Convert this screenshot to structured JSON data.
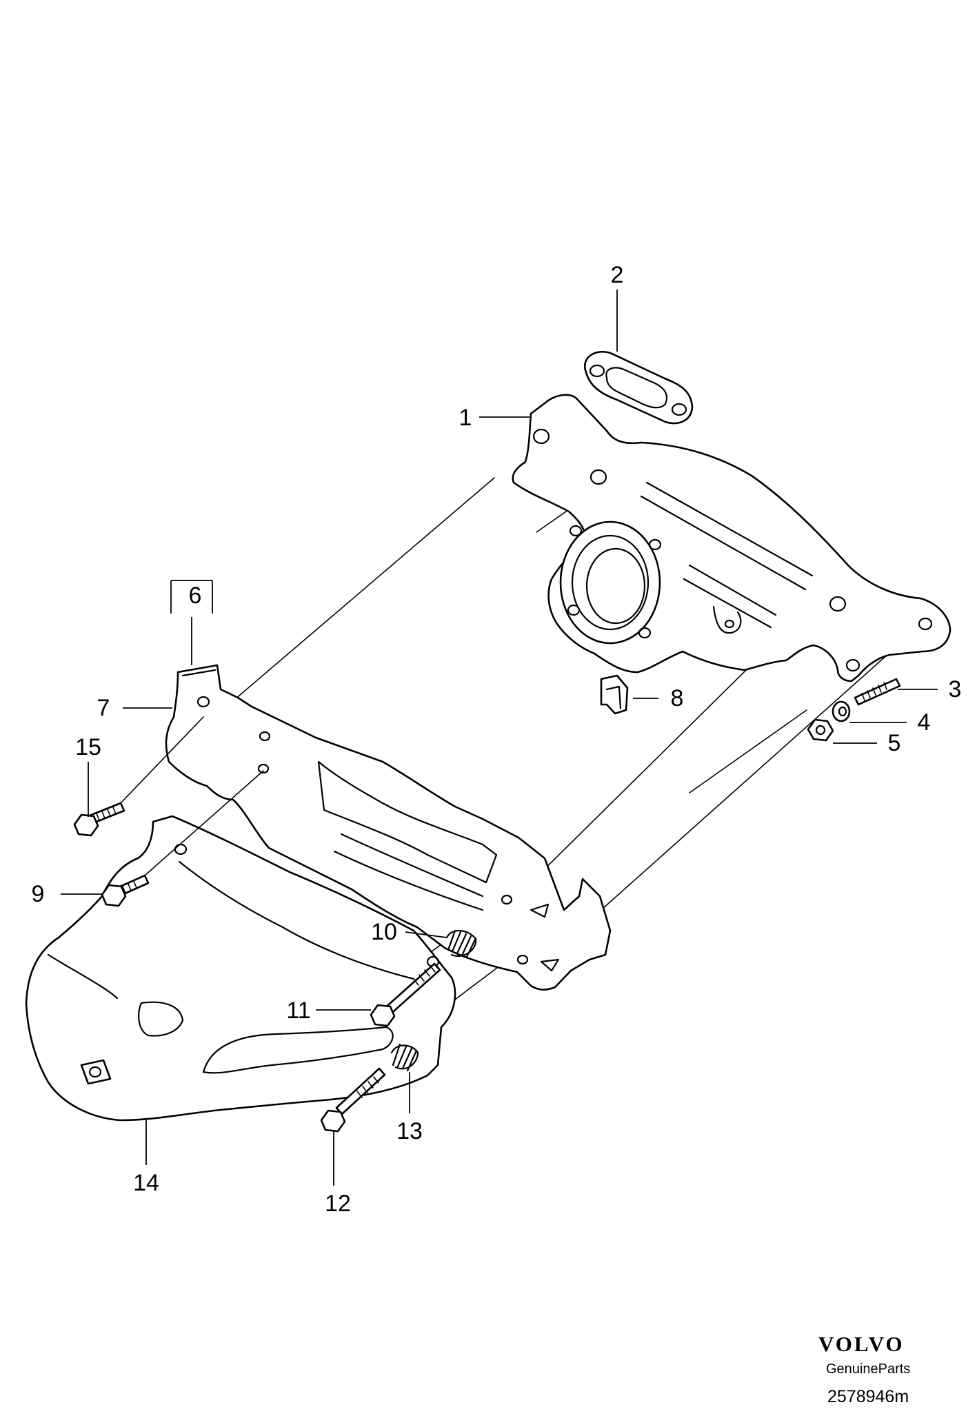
{
  "callouts": [
    {
      "id": "1",
      "label": "1"
    },
    {
      "id": "2",
      "label": "2"
    },
    {
      "id": "3",
      "label": "3"
    },
    {
      "id": "4",
      "label": "4"
    },
    {
      "id": "5",
      "label": "5"
    },
    {
      "id": "6",
      "label": "6"
    },
    {
      "id": "7",
      "label": "7"
    },
    {
      "id": "8",
      "label": "8"
    },
    {
      "id": "9",
      "label": "9"
    },
    {
      "id": "10",
      "label": "10"
    },
    {
      "id": "11",
      "label": "11"
    },
    {
      "id": "12",
      "label": "12"
    },
    {
      "id": "13",
      "label": "13"
    },
    {
      "id": "14",
      "label": "14"
    },
    {
      "id": "15",
      "label": "15"
    }
  ],
  "brand": {
    "logo": "VOLVO",
    "subtitle": "GenuineParts",
    "diagram_number": "2578946m"
  }
}
